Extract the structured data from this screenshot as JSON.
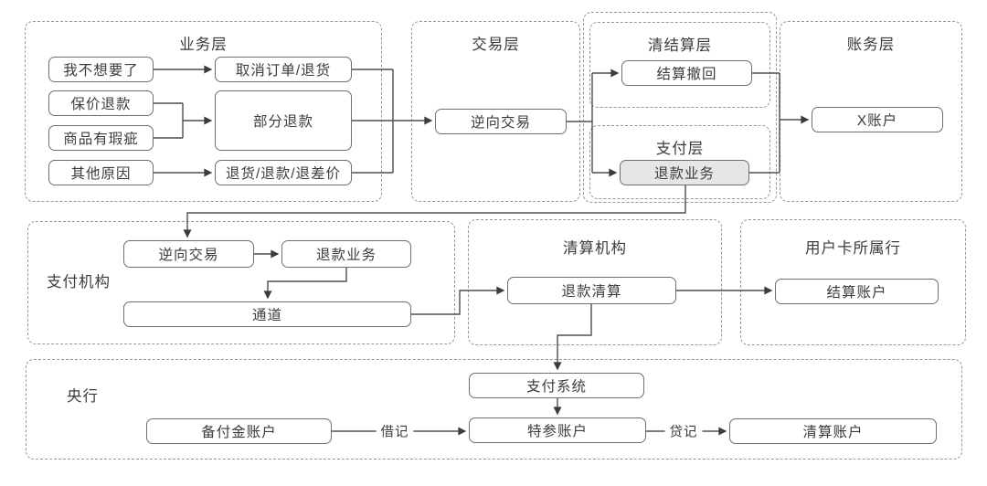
{
  "business": {
    "title": "业务层",
    "reason_dont_want": "我不想要了",
    "action_cancel_order_return": "取消订单/退货",
    "reason_price_protection_refund": "保价退款",
    "reason_defective_goods": "商品有瑕疵",
    "action_partial_refund": "部分退款",
    "reason_other": "其他原因",
    "action_return_refund_price_diff": "退货/退款/退差价"
  },
  "transaction": {
    "title": "交易层",
    "reverse_transaction": "逆向交易"
  },
  "clearing_settlement": {
    "title": "清结算层",
    "settlement_withdrawal": "结算撤回"
  },
  "payment_layer": {
    "title": "支付层",
    "refund_business": "退款业务"
  },
  "accounting": {
    "title": "账务层",
    "x_account": "X账户"
  },
  "payment_institution": {
    "title": "支付机构",
    "reverse_transaction": "逆向交易",
    "refund_business": "退款业务",
    "channel": "通道"
  },
  "clearing_institution": {
    "title": "清算机构",
    "refund_clearing": "退款清算"
  },
  "card_issuing_bank": {
    "title": "用户卡所属行",
    "settlement_account": "结算账户"
  },
  "central_bank": {
    "title": "央行",
    "payment_system": "支付系统",
    "reserve_account": "备付金账户",
    "special_participant_account": "特参账户",
    "clearing_account": "清算账户",
    "debit_label": "借记",
    "credit_label": "贷记"
  },
  "colors": {
    "node_border": "#6e6e6e",
    "dashed_border": "#979797",
    "connector": "#4e4e4e",
    "text": "#3c3c3c",
    "highlight_fill": "#e5e6e8",
    "node_fill": "#ffffff"
  }
}
